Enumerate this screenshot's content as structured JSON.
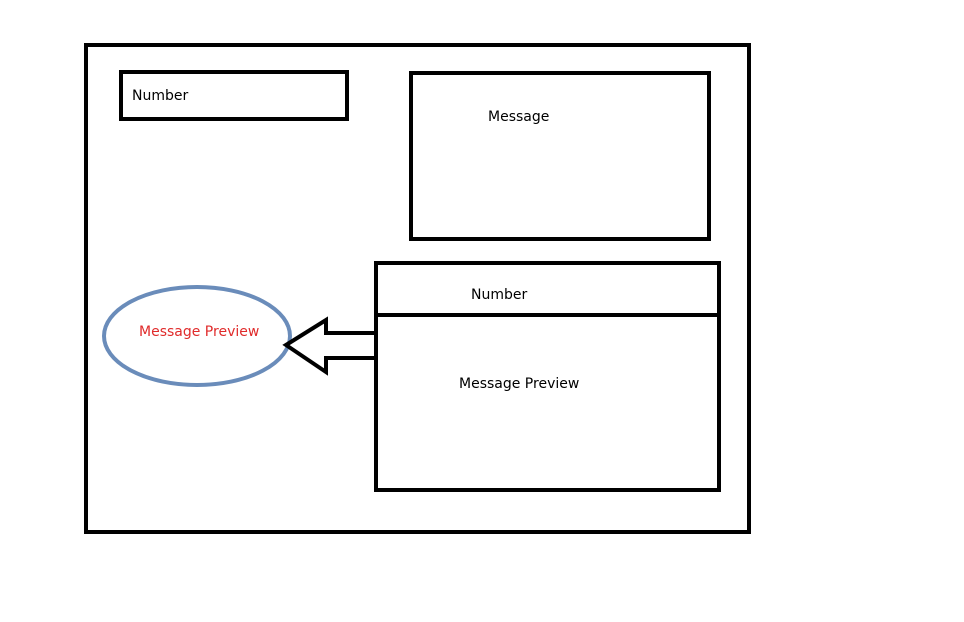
{
  "form": {
    "number_label": "Number",
    "message_label": "Message"
  },
  "preview": {
    "header_label": "Number",
    "body_label": "Message Preview"
  },
  "callout": {
    "label": "Message Preview"
  },
  "colors": {
    "stroke": "#000000",
    "ellipse": "#6a8cba",
    "callout_text": "#e02b2b"
  },
  "icons": {
    "arrow": "left-arrow-icon"
  }
}
